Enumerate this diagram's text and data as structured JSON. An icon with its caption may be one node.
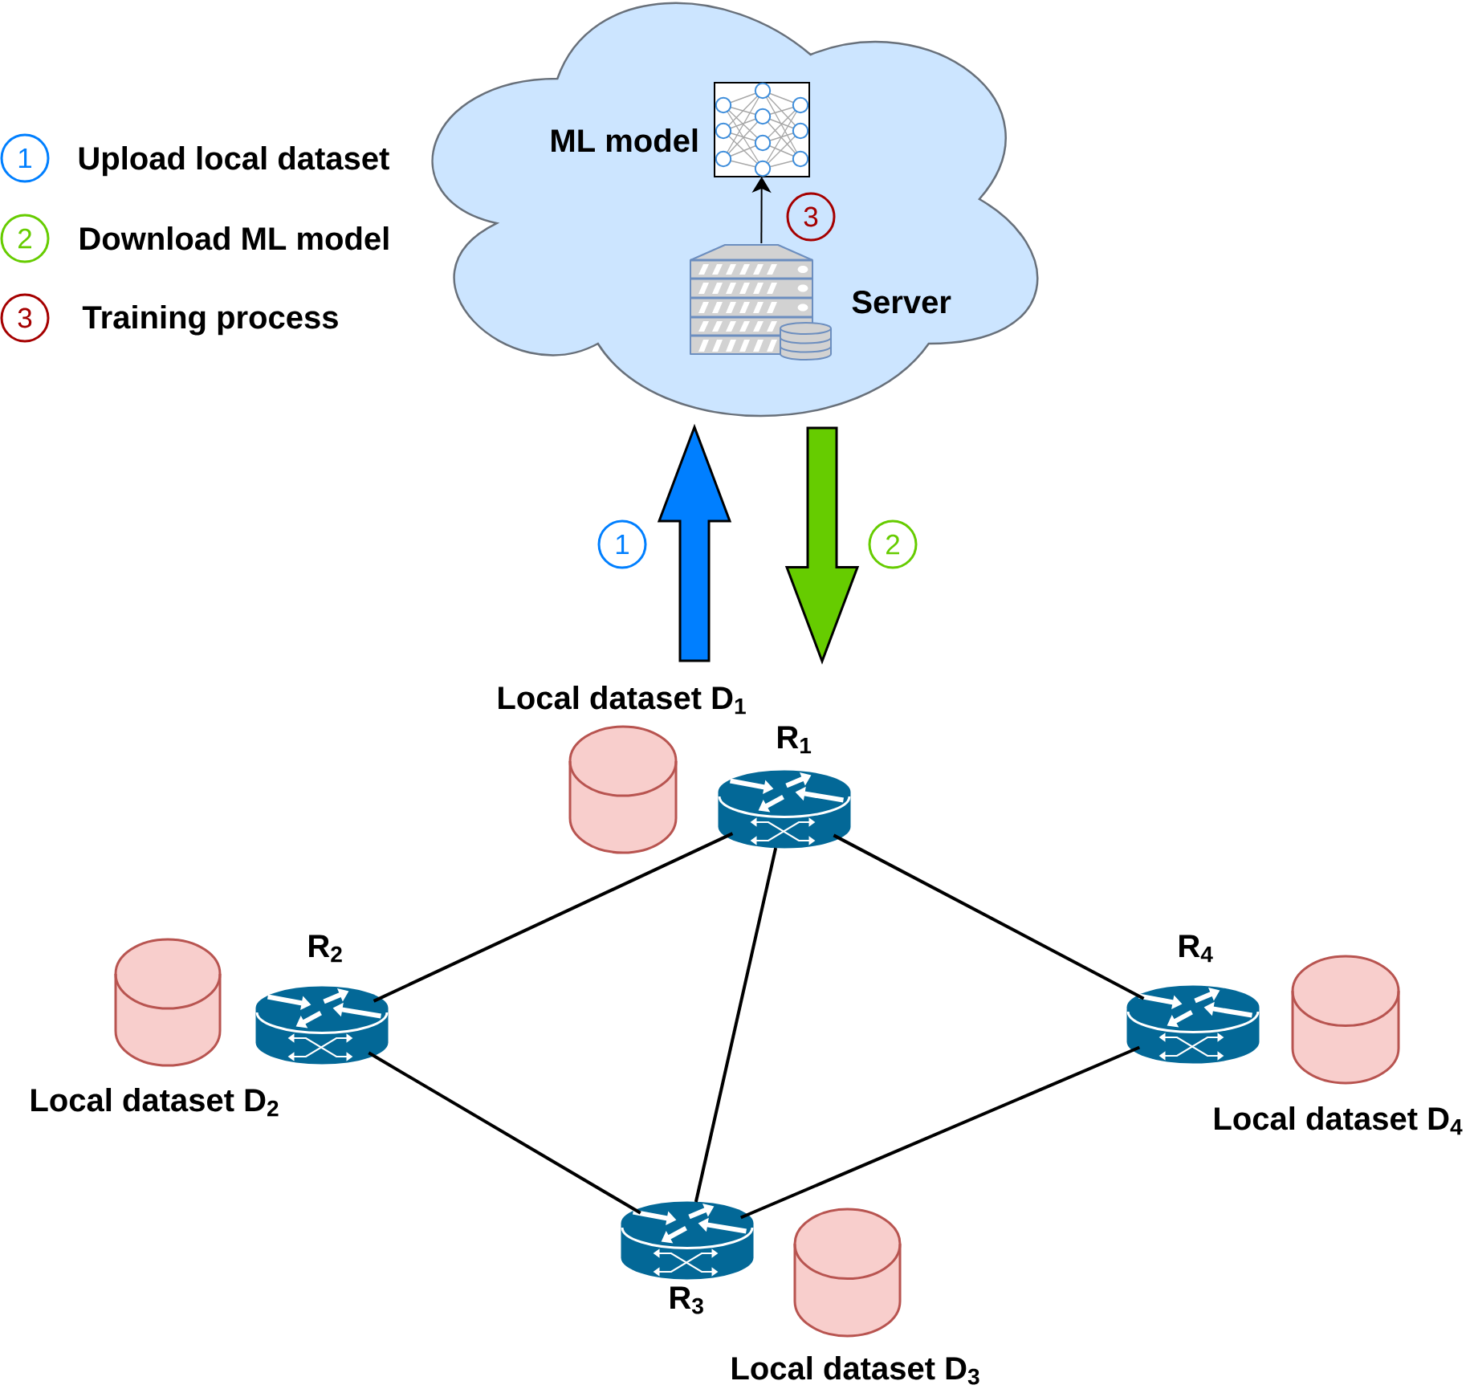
{
  "diagram": {
    "nodes": [
      {
        "text": [],
        "shape": "cloud"
      },
      {
        "text": [
          "ML model"
        ],
        "in": 0
      },
      {
        "text": [
          "Server"
        ],
        "in": 0
      },
      {
        "text": [],
        "shape": "cylinder",
        "beside": [
          "Local dataset D$_{1}$"
        ]
      },
      {
        "text": [
          "R$_{1}$"
        ]
      },
      {
        "text": [],
        "shape": "cylinder",
        "beside": [
          "Local dataset D$_{2}$"
        ]
      },
      {
        "text": [
          "R$_{2}$"
        ]
      },
      {
        "text": [
          "R$_{4}$"
        ]
      },
      {
        "text": [],
        "shape": "cylinder",
        "beside": [
          "Local dataset D$_{4}$"
        ]
      },
      {
        "text": [
          "R$_{3}$"
        ]
      },
      {
        "text": [],
        "shape": "cylinder",
        "beside": [
          "Local dataset D$_{3}$"
        ]
      }
    ],
    "edges": [
      {
        "from": 2,
        "to": 1,
        "arrow": "to",
        "label": "3"
      },
      {
        "from": 3,
        "to": 0,
        "arrow": "to",
        "label": "1",
        "style": "thick",
        "color": "#007fff"
      },
      {
        "from": 0,
        "to": 4,
        "arrow": "to",
        "label": "2",
        "style": "thick",
        "color": "#66cc00"
      },
      {
        "from": 4,
        "to": 6,
        "arrow": "none"
      },
      {
        "from": 4,
        "to": 9,
        "arrow": "none"
      },
      {
        "from": 4,
        "to": 7,
        "arrow": "none"
      },
      {
        "from": 6,
        "to": 9,
        "arrow": "none"
      },
      {
        "from": 9,
        "to": 7,
        "arrow": "none"
      }
    ],
    "labels": [
      "1",
      "2",
      "3"
    ],
    "legend": [
      {
        "text": "Upload local dataset",
        "color": "#007fff"
      },
      {
        "text": "Download ML model",
        "color": "#66cc00"
      },
      {
        "text": "Training process",
        "color": "#a50000"
      }
    ]
  }
}
